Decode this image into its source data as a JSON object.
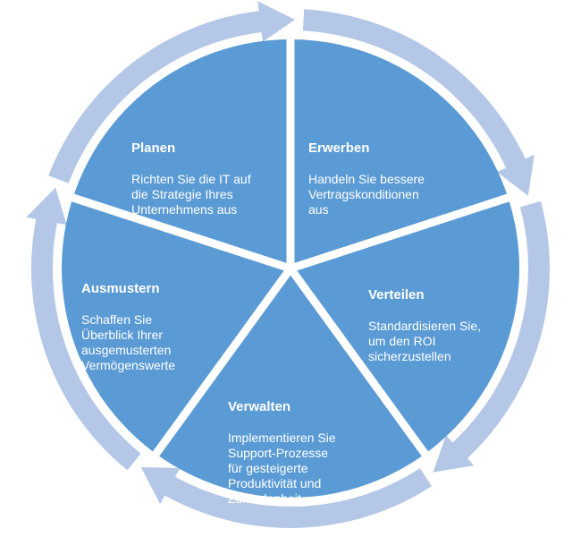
{
  "colors": {
    "segment": "#5b9bd5",
    "ring": "#b4c7e7",
    "gap": "#ffffff",
    "text": "#ffffff"
  },
  "segments": [
    {
      "title": "Planen",
      "description": "Richten Sie die IT auf\ndie Strategie Ihres\nUnternehmens aus"
    },
    {
      "title": "Erwerben",
      "description": "Handeln Sie bessere\nVertragskonditionen\naus"
    },
    {
      "title": "Verteilen",
      "description": "Standardisieren Sie,\num den ROI\nsicherzustellen"
    },
    {
      "title": "Verwalten",
      "description": "Implementieren Sie\nSupport-Prozesse\nfür gesteigerte\nProduktivität  und\nZufriedenheit"
    },
    {
      "title": "Ausmustern",
      "description": "Schaffen Sie\nÜberblick Ihrer\nausgemusterten\nVermögenswerte"
    }
  ]
}
